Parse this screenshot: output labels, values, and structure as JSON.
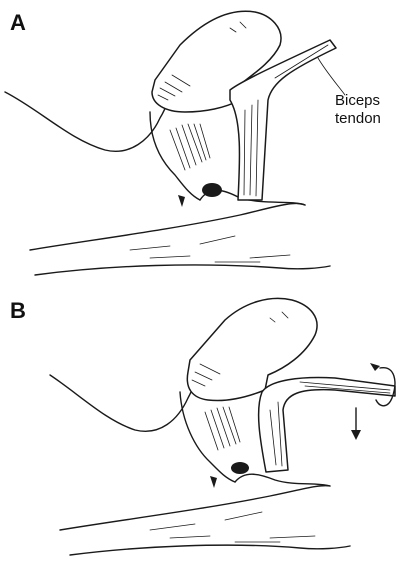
{
  "figure": {
    "panels": [
      {
        "letter": "A"
      },
      {
        "letter": "B"
      }
    ],
    "callout": {
      "line1": "Biceps",
      "line2": "tendon"
    }
  },
  "colors": {
    "ink": "#1a1a1a",
    "background": "#ffffff"
  }
}
